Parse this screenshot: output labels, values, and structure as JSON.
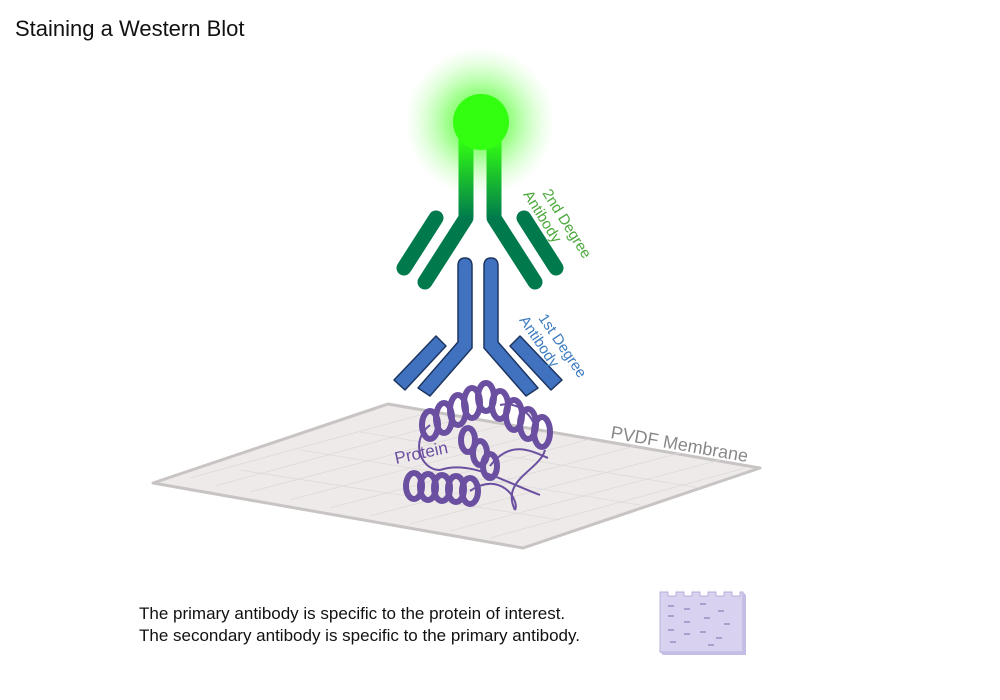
{
  "title": "Staining a Western Blot",
  "labels": {
    "secondary_line1": "2nd Degree",
    "secondary_line2": "Antibody",
    "primary_line1": "1st Degree",
    "primary_line2": "Antibody",
    "membrane": "PVDF Membrane",
    "protein": "Protein"
  },
  "caption": {
    "line1": "The primary antibody is specific to the protein of interest.",
    "line2": "The secondary antibody is specific to the primary antibody."
  },
  "colors": {
    "glow": "#33ff11",
    "secondary_antibody": "#007a4d",
    "secondary_label": "#4aa83a",
    "primary_antibody": "#4072c0",
    "primary_outline": "#1d3560",
    "primary_label": "#3d7cc0",
    "protein": "#6b4fa0",
    "membrane_fill": "#eeeaea",
    "membrane_edge": "#c8c4c4",
    "membrane_label": "#888888",
    "gel": "#d8d2f0"
  }
}
